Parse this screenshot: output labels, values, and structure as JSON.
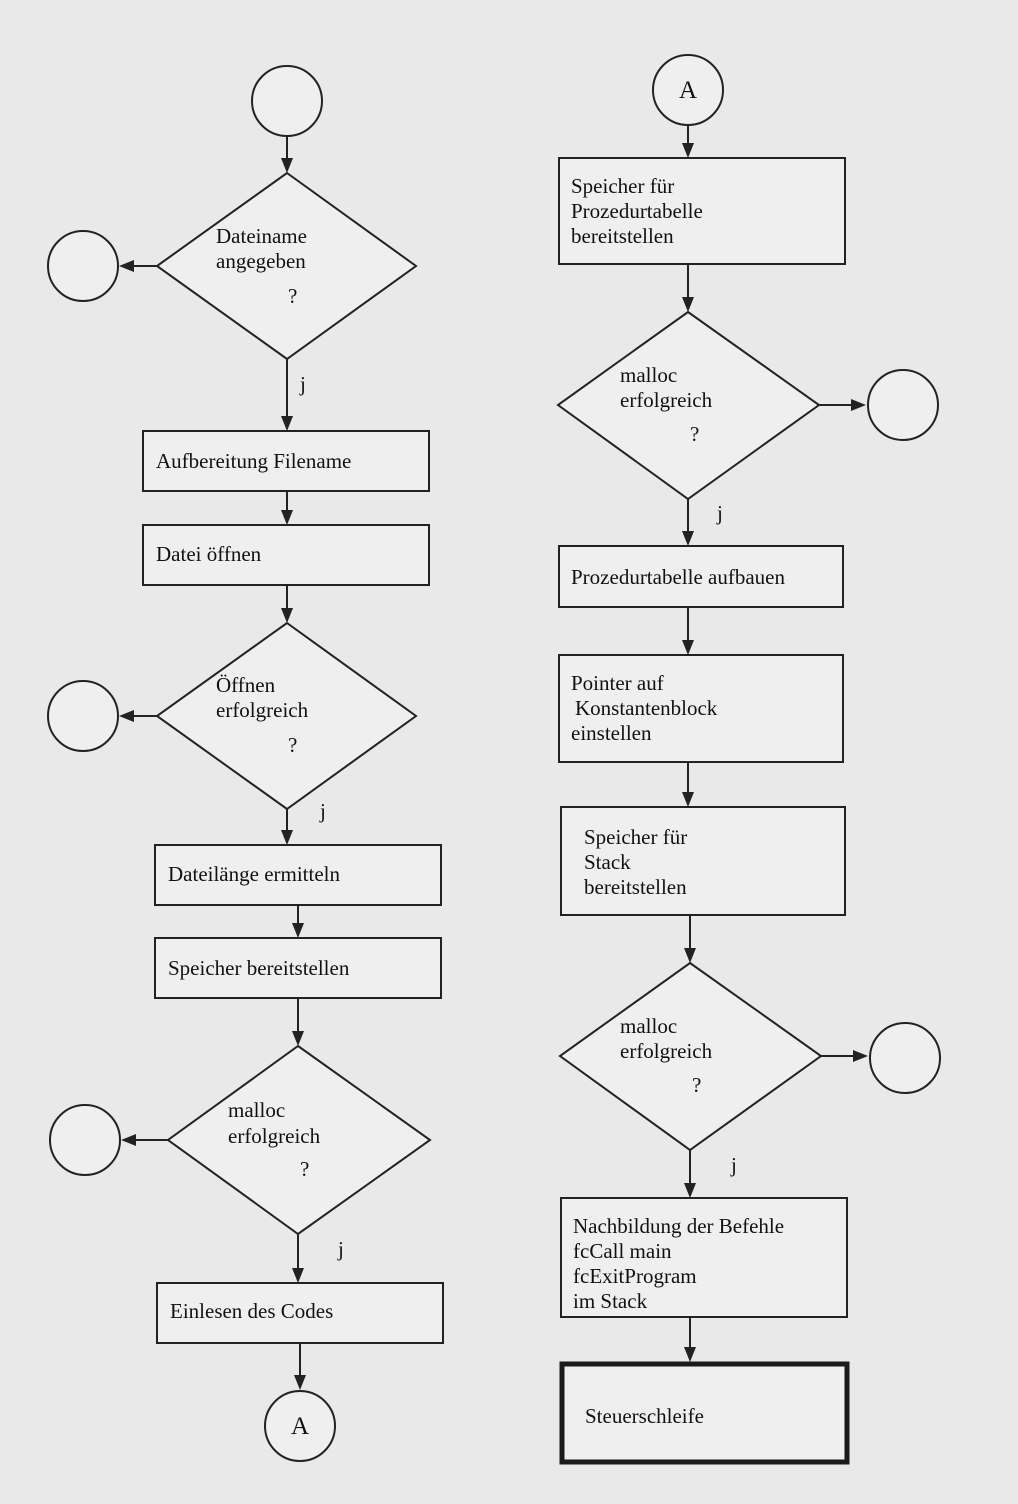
{
  "diagram": {
    "connector_label": "A",
    "branch_label": "j",
    "question_mark": "?",
    "left_column": {
      "check_filename": [
        "Dateiname",
        "angegeben"
      ],
      "prepare_filename": "Aufbereitung Filename",
      "open_file": "Datei öffnen",
      "check_open": [
        "Öffnen",
        "erfolgreich"
      ],
      "file_length": "Dateilänge ermitteln",
      "alloc_memory": "Speicher bereitstellen",
      "check_malloc": [
        "malloc",
        "erfolgreich"
      ],
      "read_code": "Einlesen des Codes"
    },
    "right_column": {
      "alloc_proc_table": [
        "Speicher für",
        "Prozedurtabelle",
        "bereitstellen"
      ],
      "check_malloc_1": [
        "malloc",
        "erfolgreich"
      ],
      "build_proc_table": "Prozedurtabelle aufbauen",
      "set_const_pointer": [
        "Pointer auf",
        "Konstantenblock",
        "einstellen"
      ],
      "alloc_stack": [
        "Speicher für",
        "Stack",
        "bereitstellen"
      ],
      "check_malloc_2": [
        "malloc",
        "erfolgreich"
      ],
      "emulate_commands": [
        "Nachbildung der Befehle",
        "fcCall main",
        "fcExitProgram",
        "im Stack"
      ],
      "control_loop": "Steuerschleife"
    }
  }
}
